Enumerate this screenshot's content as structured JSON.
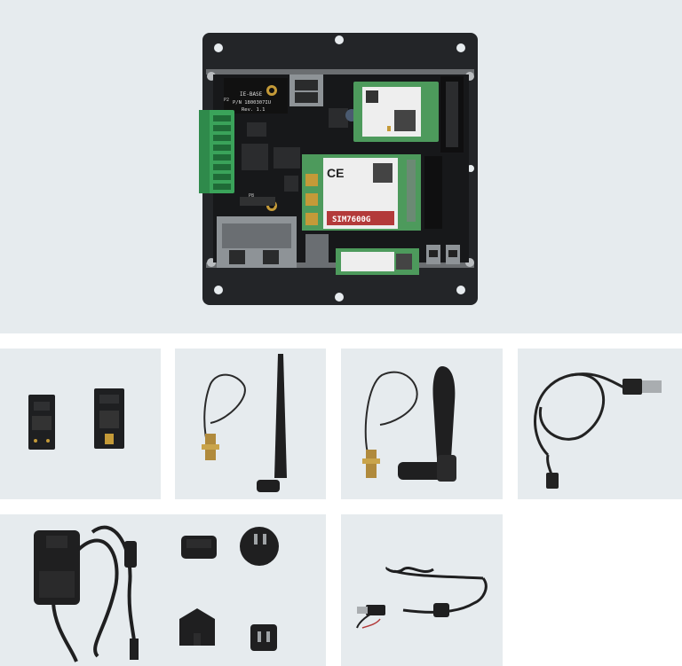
{
  "main_board": {
    "labels": {
      "base_name": "IE-BASE",
      "part_number": "P/N 1800307IU",
      "revision": "Rev. 1.1",
      "modem_model": "SIM7600G",
      "ce_mark": "CE",
      "connector_p2": "P2",
      "connector_p8": "P8"
    }
  },
  "colors": {
    "panel_bg": "#e6ebee",
    "plate": "#222427",
    "pcb": "#1b1c1e",
    "terminal_green": "#3aa35a",
    "module_green": "#4d9a5c",
    "modem_red": "#b33a3a"
  }
}
